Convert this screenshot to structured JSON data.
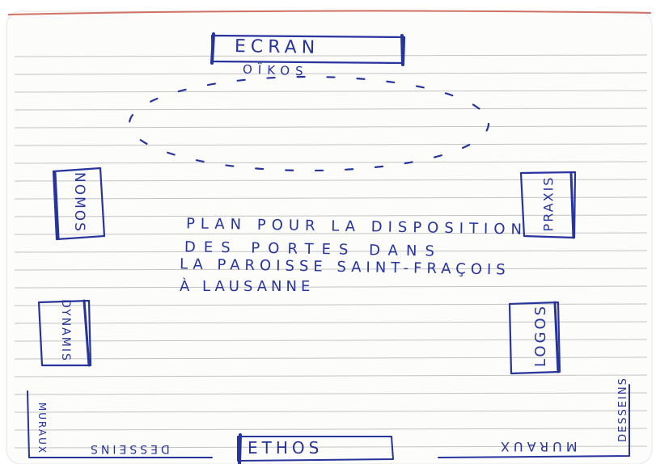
{
  "colors": {
    "ink": "#26349c",
    "paper": "#fcfcfa",
    "ruled_line": "#c4c4c4",
    "top_edge": "#c0392b"
  },
  "labels": {
    "ecran": "ECRAN",
    "oikos": "OÏKOS",
    "nomos": "NOMOS",
    "praxis": "PRAXIS",
    "dynamis": "DYNAMIS",
    "logos": "LOGOS",
    "ethos": "ETHOS",
    "muraux_left": "MURAUX",
    "desseins_left": "DESSEINS",
    "muraux_right": "MURAUX",
    "desseins_right": "DESSEINS"
  },
  "note": {
    "line1": "PLAN POUR LA DISPOSITION",
    "line2": "DES PORTES DANS",
    "line3": "LA PAROISSE SAINT-FRAÇOIS",
    "line4": "À LAUSANNE"
  }
}
